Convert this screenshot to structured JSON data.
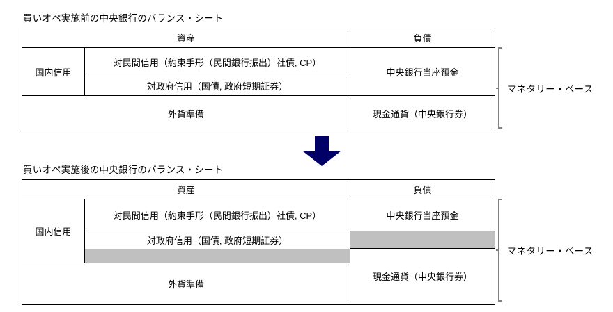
{
  "figure": {
    "arrow_icon": "down-arrow-icon",
    "arrow_color": "#000066",
    "highlight_color": "#c0c0c0",
    "border_color": "#000000",
    "bracket_color": "#808080"
  },
  "before": {
    "title": "買いオペ実施前の中央銀行のバランス・シート",
    "headers": {
      "assets": "資産",
      "liabilities": "負債"
    },
    "assets": {
      "side_label": "国内信用",
      "private_credit": "対民間信用（約束手形（民間銀行振出）社債, CP）",
      "government_credit": "対政府信用（国債, 政府短期証券）",
      "foreign_reserves": "外貨準備"
    },
    "liabilities": {
      "current_account": "中央銀行当座預金",
      "cash_currency": "現金通貨（中央銀行券）"
    },
    "monetary_base_label": "マネタリー・ベース"
  },
  "after": {
    "title": "買いオペ実施後の中央銀行のバランス・シート",
    "headers": {
      "assets": "資産",
      "liabilities": "負債"
    },
    "assets": {
      "side_label": "国内信用",
      "private_credit": "対民間信用（約束手形（民間銀行振出）社債, CP）",
      "government_credit": "対政府信用（国債, 政府短期証券）",
      "increase_highlight": "",
      "foreign_reserves": "外貨準備"
    },
    "liabilities": {
      "current_account": "中央銀行当座預金",
      "increase_highlight": "",
      "cash_currency": "現金通貨（中央銀行券）"
    },
    "monetary_base_label": "マネタリー・ベース"
  }
}
